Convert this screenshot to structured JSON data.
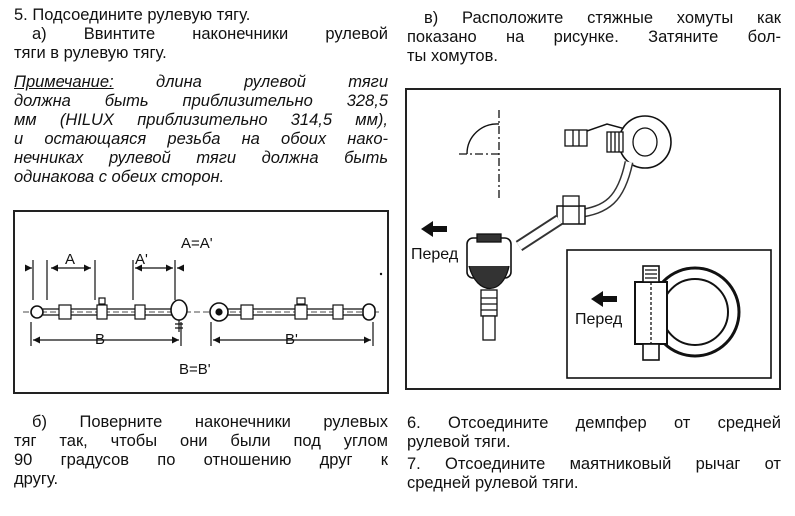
{
  "left": {
    "step5_title": "5. Подсоедините рулевую тягу.",
    "step5a_line1": "а) Ввинтите наконечники рулевой",
    "step5a_line2": "тяги в рулевую тягу.",
    "note_label": "Примечание:",
    "note_line1_rest": " длина рулевой тяги",
    "note_line2": "должна быть приблизительно 328,5",
    "note_line3": "мм (HILUX приблизительно 314,5 мм),",
    "note_line4": "и остающаяся резьба на обоих нако-",
    "note_line5": "нечниках рулевой тяги должна быть",
    "note_line6": "одинакова с обеих сторон.",
    "step5b_line1": "б) Поверните наконечники рулевых",
    "step5b_line2": "тяг так, чтобы они были под углом",
    "step5b_line3": "90 градусов по отношению друг к",
    "step5b_line4": "другу."
  },
  "right": {
    "step5c_line1": "в) Расположите стяжные хомуты как",
    "step5c_line2": "показано на рисунке. Затяните бол-",
    "step5c_line3": "ты хомутов.",
    "step6_line1": "6. Отсоедините демпфер от средней",
    "step6_line2": "рулевой тяги.",
    "step7_line1": "7. Отсоедините маятниковый рычаг от",
    "step7_line2": "средней рулевой тяги."
  },
  "figure_left": {
    "label_a": "A",
    "label_a_prime": "A'",
    "label_a_eq": "A=A'",
    "label_b": "B",
    "label_b_prime": "B'",
    "label_b_eq": "B=B'"
  },
  "figure_right": {
    "front_label_1": "Перед",
    "front_label_2": "Перед"
  },
  "colors": {
    "ink": "#111111",
    "paper": "#ffffff",
    "shade": "#888888"
  }
}
